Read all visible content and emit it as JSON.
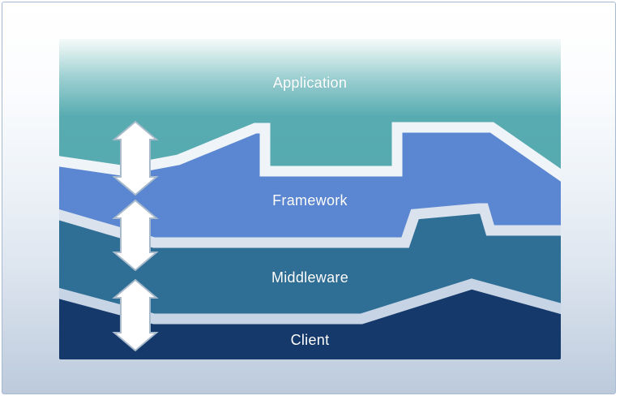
{
  "page": {
    "background_top": "#FFFFFF",
    "background_bottom": "#BCCADC",
    "border_color": "#A7B8D3"
  },
  "diagram": {
    "layers": [
      {
        "id": "application",
        "label": "Application",
        "color": "#58ACB1",
        "color_highlight": "#D9EDEC",
        "color_deep": "#4CA3A9"
      },
      {
        "id": "framework",
        "label": "Framework",
        "color": "#5B87D2"
      },
      {
        "id": "middleware",
        "label": "Middleware",
        "color": "#2F6E95"
      },
      {
        "id": "client",
        "label": "Client",
        "color": "#15396B"
      }
    ],
    "gaps": [
      {
        "id": "application-framework",
        "color": "#EFF4F9"
      },
      {
        "id": "framework-middleware",
        "color": "#D9E2ED"
      },
      {
        "id": "middleware-client",
        "color": "#C6D4E5"
      }
    ],
    "arrows": {
      "fill": "#FFFFFF",
      "outline": "#A9BACB",
      "names": [
        "application-framework",
        "framework-middleware",
        "middleware-client"
      ]
    }
  }
}
